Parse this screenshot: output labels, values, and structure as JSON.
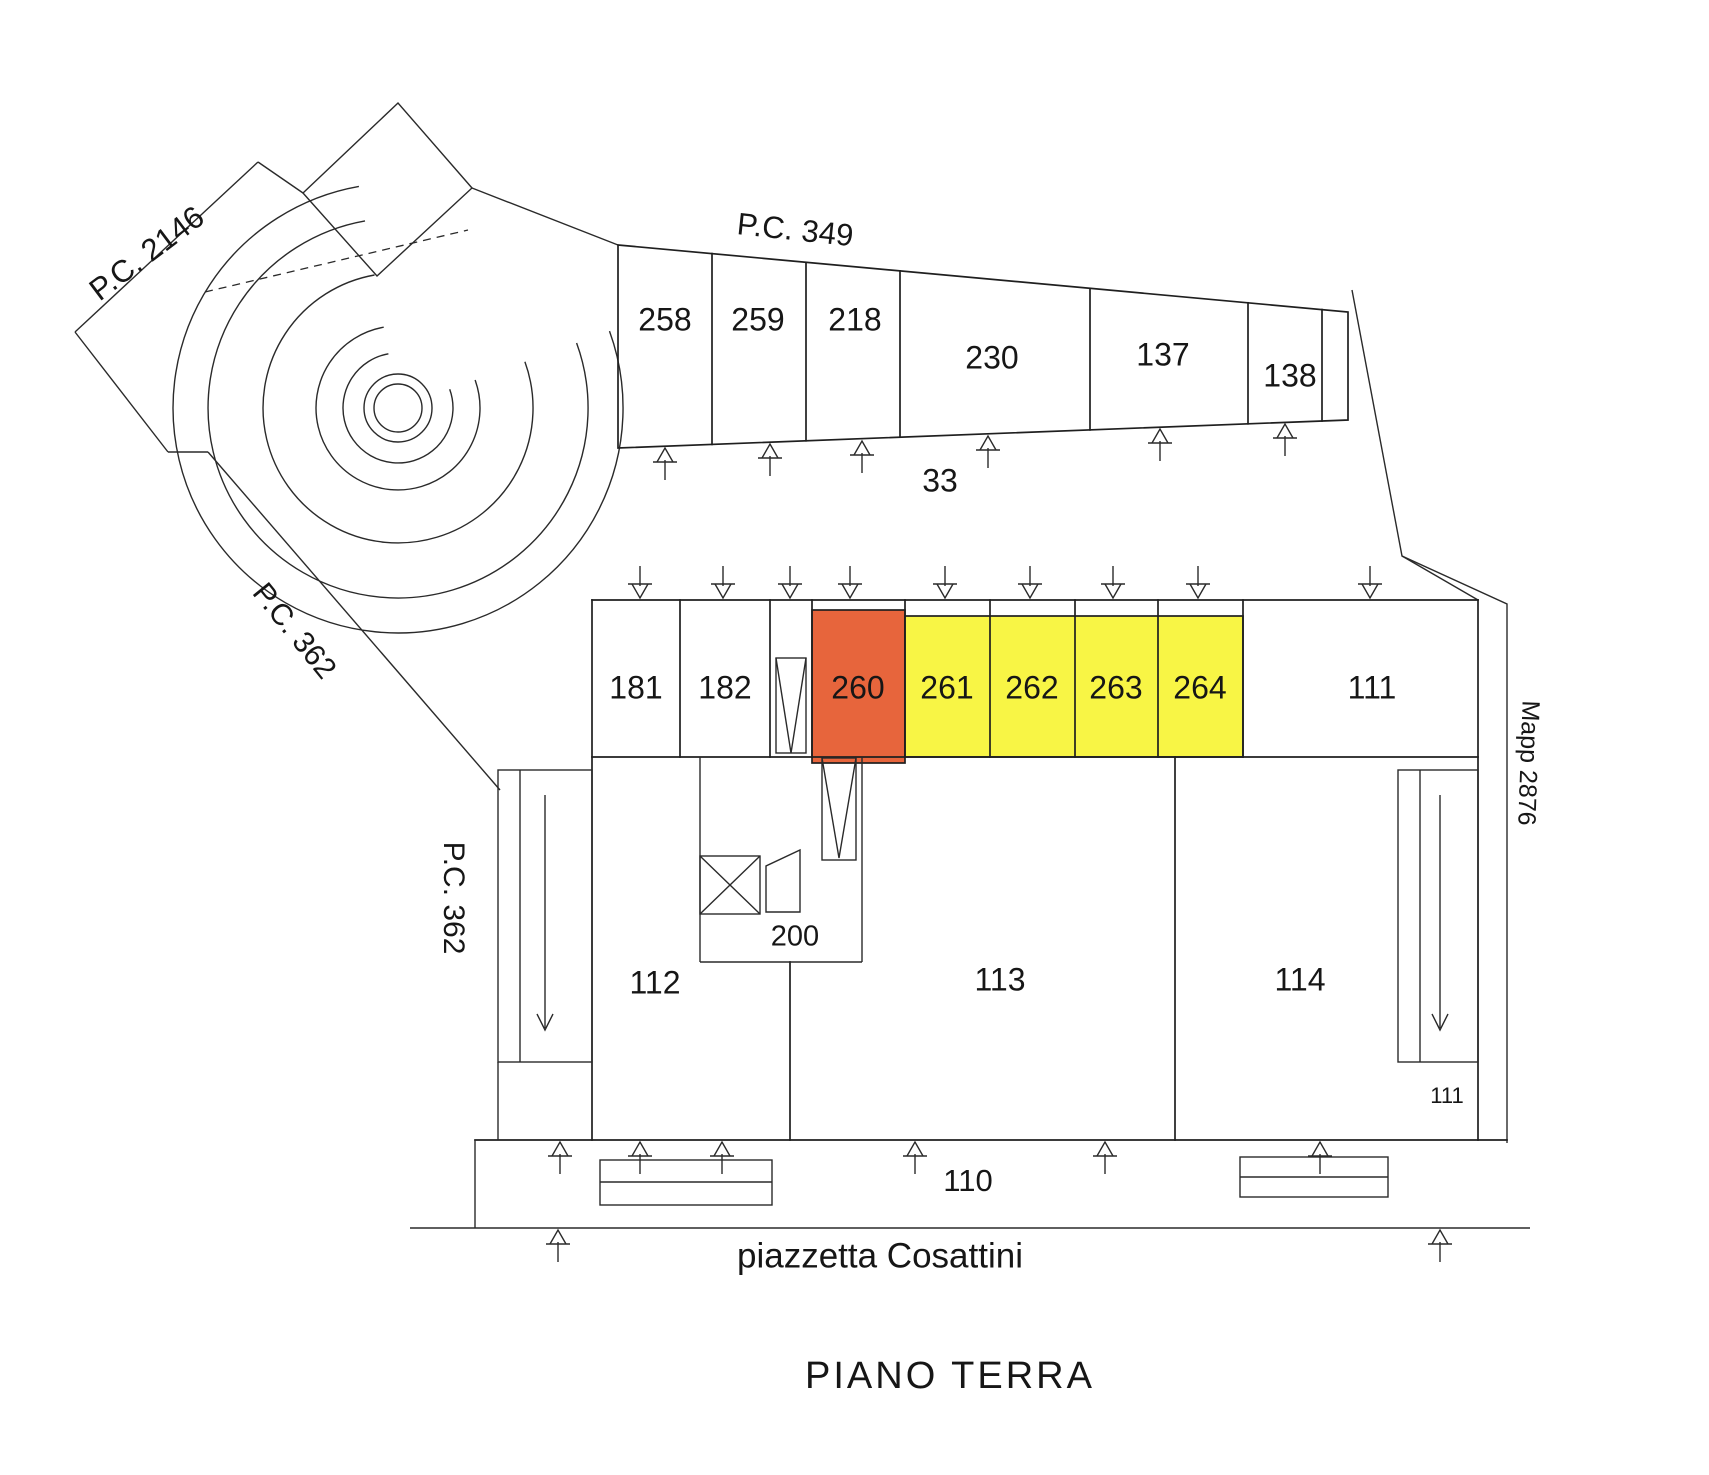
{
  "floor_title": "PIANO TERRA",
  "street_label": "piazzetta Cosattini",
  "parcels": {
    "pc2146": "P.C. 2146",
    "pc349": "P.C. 349",
    "pc362_diagonal": "P.C. 362",
    "pc362_vertical": "P.C. 362",
    "mapp2876": "Mapp 2876"
  },
  "courtyard_label": "33",
  "top_strip": {
    "units": [
      "258",
      "259",
      "218",
      "230",
      "137",
      "138"
    ]
  },
  "upper_row": {
    "rooms": [
      "181",
      "182",
      "260",
      "261",
      "262",
      "263",
      "264",
      "111"
    ]
  },
  "lower_rooms": {
    "rooms": [
      "112",
      "200",
      "113",
      "114"
    ]
  },
  "bottom_strip_label": "110",
  "stairwell_label": "111",
  "colors": {
    "highlight_orange": "#e7653c",
    "highlight_yellow": "#f8f545"
  }
}
